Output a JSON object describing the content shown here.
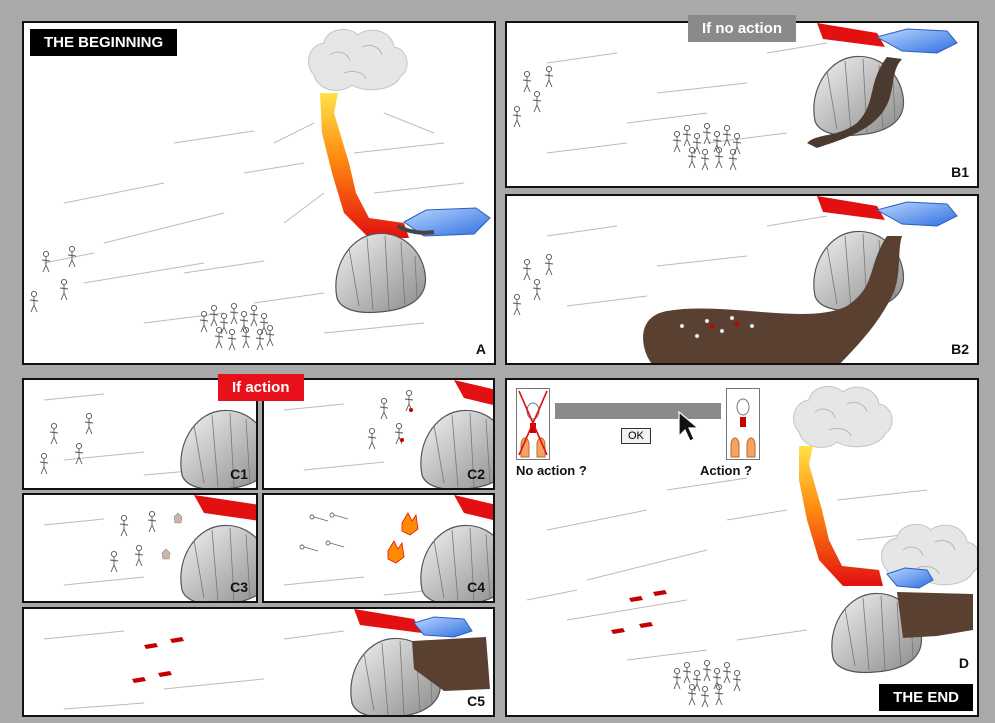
{
  "banners": {
    "beginning": "THE BEGINNING",
    "no_action": "If no action",
    "action": "If action",
    "end": "THE END"
  },
  "panel_labels": {
    "a": "A",
    "b1": "B1",
    "b2": "B2",
    "c1": "C1",
    "c2": "C2",
    "c3": "C3",
    "c4": "C4",
    "c5": "C5",
    "d": "D"
  },
  "dialog": {
    "no_action_label": "No action ?",
    "action_label": "Action ?",
    "ok_label": "OK"
  },
  "colors": {
    "background": "#a9a9a9",
    "lava": "#e21010",
    "lava_hot": "#ffb300",
    "water": "#4b8ff0",
    "mudflow": "#5a4030",
    "banner_dark": "#000000",
    "banner_gray": "#8a8a8a",
    "banner_red": "#e8101a"
  }
}
